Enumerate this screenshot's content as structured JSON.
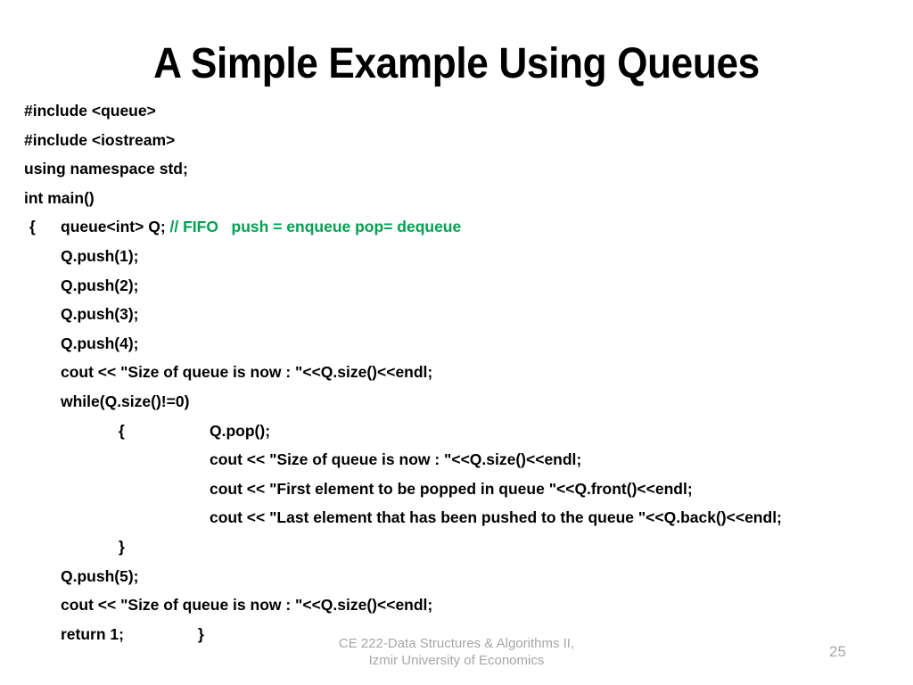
{
  "slide": {
    "title": "A Simple Example Using Queues",
    "page_number": "25",
    "colors": {
      "text": "#000000",
      "comment_green": "#00A24F",
      "footer_gray": "#a6a6a6",
      "background": "#ffffff"
    }
  },
  "code": {
    "lines": [
      {
        "id": "l1",
        "indent": "ind-0",
        "text": "#include <queue>"
      },
      {
        "id": "l2",
        "indent": "ind-0",
        "text": "#include <iostream>"
      },
      {
        "id": "l3",
        "indent": "ind-0",
        "text": "using namespace std;"
      },
      {
        "id": "l4",
        "indent": "ind-0",
        "text": "int main()"
      },
      {
        "id": "l5",
        "indent": "ind-br",
        "brace": "{",
        "text": "queue<int> Q; ",
        "comment": "// FIFO   push = enqueue pop= dequeue"
      },
      {
        "id": "l6",
        "indent": "ind-1",
        "text": "Q.push(1);"
      },
      {
        "id": "l7",
        "indent": "ind-1",
        "text": "Q.push(2);"
      },
      {
        "id": "l8",
        "indent": "ind-1",
        "text": "Q.push(3);"
      },
      {
        "id": "l9",
        "indent": "ind-1",
        "text": "Q.push(4);"
      },
      {
        "id": "l10",
        "indent": "ind-1",
        "text": "cout << \"Size of queue is now : \"<<Q.size()<<endl;"
      },
      {
        "id": "l11",
        "indent": "ind-1",
        "text": "while(Q.size()!=0)"
      },
      {
        "id": "l12",
        "indent": "ind-2br",
        "brace_wide": "{",
        "text": "Q.pop();"
      },
      {
        "id": "l13",
        "indent": "ind-2",
        "text": "cout << \"Size of queue is now : \"<<Q.size()<<endl;"
      },
      {
        "id": "l14",
        "indent": "ind-2",
        "text": "cout << \"First element to be popped in queue \"<<Q.front()<<endl;"
      },
      {
        "id": "l15",
        "indent": "ind-2",
        "text": "cout << \"Last element that has been pushed to the queue \"<<Q.back()<<endl;"
      },
      {
        "id": "l16",
        "indent": "ind-2br",
        "text": "}"
      },
      {
        "id": "l17",
        "indent": "ind-1",
        "text": "Q.push(5);"
      },
      {
        "id": "l18",
        "indent": "ind-1",
        "text": "cout << \"Size of queue is now : \"<<Q.size()<<endl;"
      },
      {
        "id": "l19",
        "indent": "ind-1",
        "text": "return 1;",
        "gap_then": "}"
      }
    ]
  },
  "footer": {
    "line1": "CE 222-Data Structures & Algorithms II,",
    "line2": "Izmir University of Economics"
  }
}
